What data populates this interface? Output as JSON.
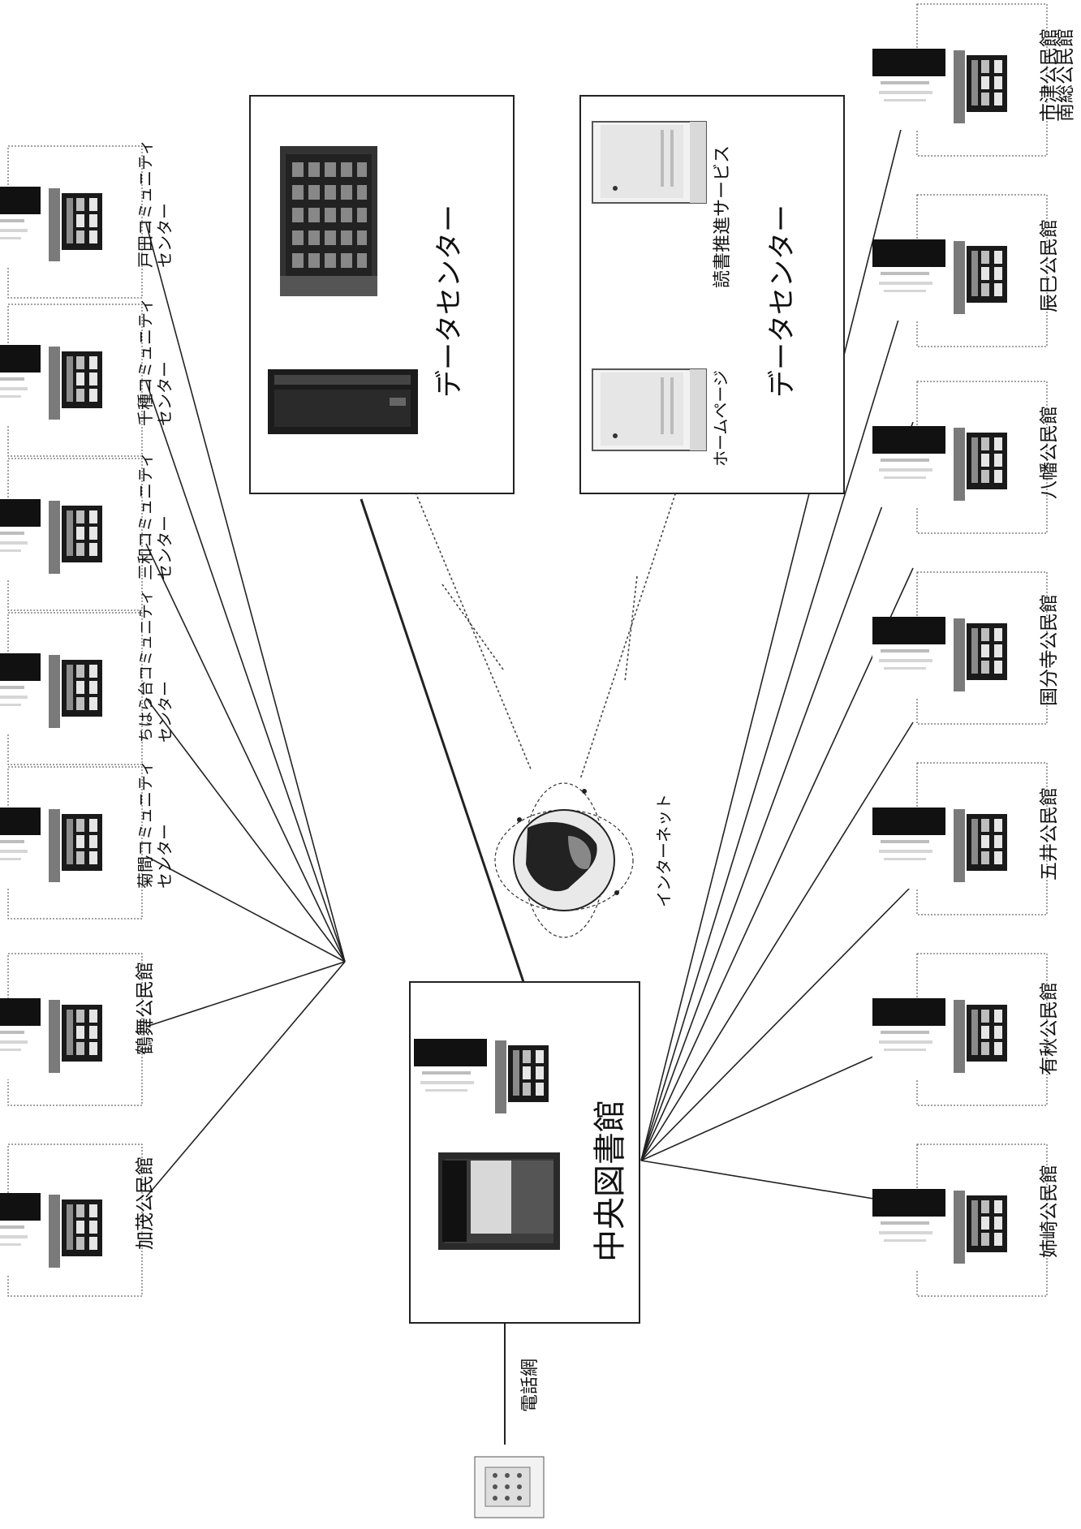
{
  "central": {
    "label": "中央図書館"
  },
  "phone_network": {
    "label": "電話網"
  },
  "internet": {
    "label": "インターネット"
  },
  "datacenter_1": {
    "label": "データセンター"
  },
  "datacenter_2": {
    "label": "データセンター",
    "homepage_label": "ホームページ",
    "reading_label": "読書推進サービス"
  },
  "left_branches": [
    {
      "lines": [
        "加茂公民館"
      ]
    },
    {
      "lines": [
        "鶴舞公民館"
      ]
    },
    {
      "lines": [
        "菊間コミュニティ",
        "センター"
      ]
    },
    {
      "lines": [
        "ちはら台コミュニティ",
        "センター"
      ]
    },
    {
      "lines": [
        "三和コミュニティ",
        "センター"
      ]
    },
    {
      "lines": [
        "千種コミュニティ",
        "センター"
      ]
    },
    {
      "lines": [
        "戸田コミュニティ",
        "センター"
      ]
    }
  ],
  "right_branches": [
    {
      "lines": [
        "姉崎公民館"
      ]
    },
    {
      "lines": [
        "有秋公民館"
      ]
    },
    {
      "lines": [
        "五井公民館"
      ]
    },
    {
      "lines": [
        "国分寺公民館"
      ]
    },
    {
      "lines": [
        "八幡公民館"
      ]
    },
    {
      "lines": [
        "辰巳公民館"
      ]
    },
    {
      "lines": [
        "市津公民館"
      ]
    },
    {
      "lines": [
        "南総公民館"
      ]
    }
  ]
}
